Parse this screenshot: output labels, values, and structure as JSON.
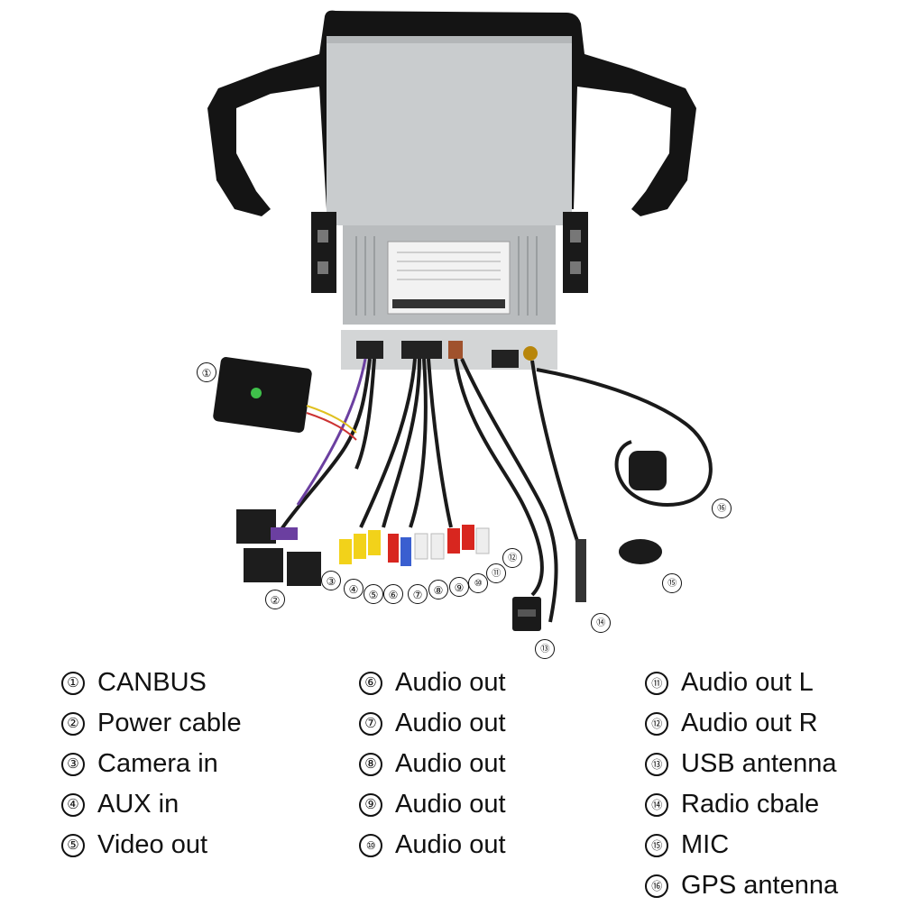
{
  "callouts": [
    "①",
    "②",
    "③",
    "④",
    "⑤",
    "⑥",
    "⑦",
    "⑧",
    "⑨",
    "⑩",
    "⑪",
    "⑫",
    "⑬",
    "⑭",
    "⑮",
    "⑯"
  ],
  "legend": [
    {
      "num": "①",
      "text": "CANBUS"
    },
    {
      "num": "②",
      "text": "Power cable"
    },
    {
      "num": "③",
      "text": "Camera in"
    },
    {
      "num": "④",
      "text": "AUX in"
    },
    {
      "num": "⑤",
      "text": "Video out"
    },
    {
      "num": "⑥",
      "text": "Audio out"
    },
    {
      "num": "⑦",
      "text": "Audio out"
    },
    {
      "num": "⑧",
      "text": "Audio out"
    },
    {
      "num": "⑨",
      "text": "Audio out"
    },
    {
      "num": "⑩",
      "text": "Audio out"
    },
    {
      "num": "⑪",
      "text": "Audio out L"
    },
    {
      "num": "⑫",
      "text": "Audio out R"
    },
    {
      "num": "⑬",
      "text": "USB antenna"
    },
    {
      "num": "⑭",
      "text": "Radio cbale"
    },
    {
      "num": "⑮",
      "text": "MIC"
    },
    {
      "num": "⑯",
      "text": "GPS antenna"
    }
  ],
  "colors": {
    "frame": "#141414",
    "panel": "#c9ccce",
    "box": "#b9bcbe",
    "yellow_rca": "#f2d21a",
    "red_rca": "#d8261f",
    "white_rca": "#eeeeee",
    "canbus_led": "#3fbf4a"
  }
}
